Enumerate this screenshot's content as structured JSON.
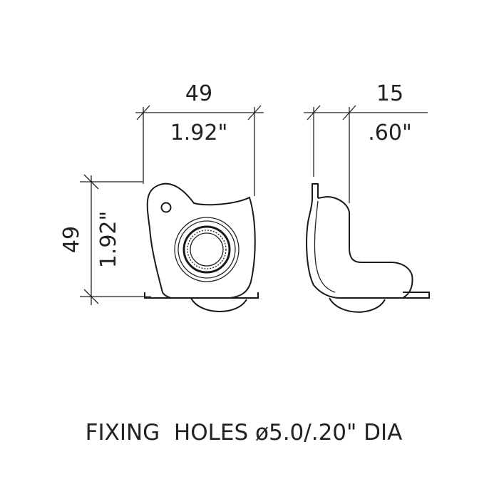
{
  "front_view": {
    "width_mm": "49",
    "width_in": "1.92\"",
    "height_mm": "49",
    "height_in": "1.92\""
  },
  "side_view": {
    "depth_mm": "15",
    "depth_in": ".60\""
  },
  "caption": "FIXING  HOLES ø5.0/.20\" DIA",
  "colors": {
    "ink": "#222222",
    "background": "#ffffff"
  }
}
